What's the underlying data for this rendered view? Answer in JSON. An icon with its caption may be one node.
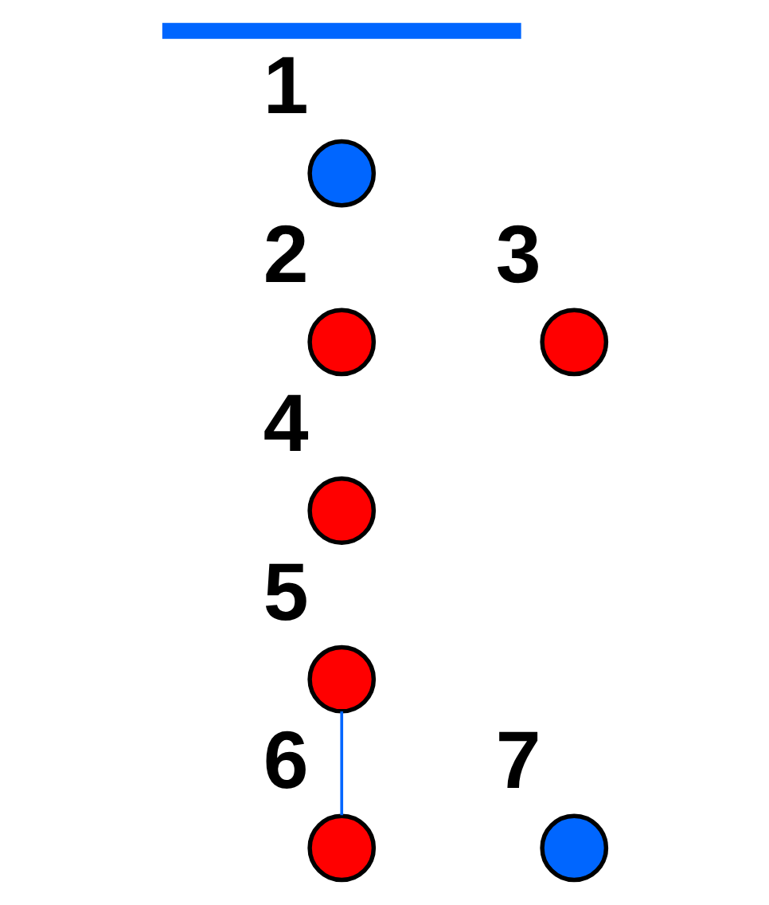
{
  "diagram": {
    "nodes": [
      {
        "text": [],
        "shape": "circle",
        "beside": [
          "1"
        ]
      },
      {
        "text": [],
        "shape": "circle",
        "beside": [
          "2"
        ]
      },
      {
        "text": [],
        "shape": "circle",
        "beside": [
          "3"
        ]
      },
      {
        "text": [],
        "shape": "circle",
        "beside": [
          "4"
        ]
      },
      {
        "text": [],
        "shape": "circle",
        "beside": [
          "5"
        ]
      },
      {
        "text": [],
        "shape": "circle",
        "beside": [
          "6"
        ]
      },
      {
        "text": [],
        "shape": "circle",
        "beside": [
          "7"
        ]
      }
    ],
    "edges": [
      {
        "from": 4,
        "to": 5,
        "arrow": "none",
        "color": "#0066ff"
      }
    ]
  }
}
